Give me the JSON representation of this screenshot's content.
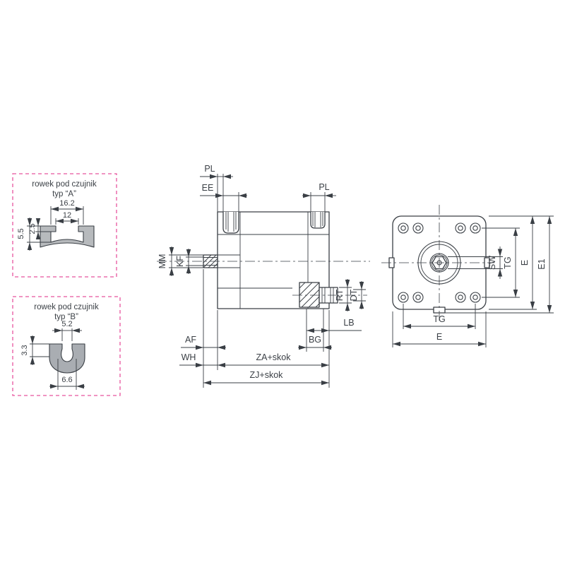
{
  "drawing": {
    "background": "#ffffff",
    "line_color": "#3a3f45",
    "accent_color": "#e8559e"
  },
  "inset_a": {
    "title_line1": "rowek pod czujnik",
    "title_line2": "typ “A”",
    "dim_outer_width": "16.2",
    "dim_inner_width": "12",
    "dim_total_depth": "5.5",
    "dim_lip_depth": "2.5"
  },
  "inset_b": {
    "title_line1": "rowek pod czujnik",
    "title_line2": "typ “B”",
    "dim_slot_width": "5.2",
    "dim_slot_depth": "3.3",
    "dim_cavity_width": "6.6"
  },
  "side_view": {
    "dim_pl_left": "PL",
    "dim_ee": "EE",
    "dim_pl_right": "PL",
    "dim_mm": "MM",
    "dim_kf": "KF",
    "dim_rt": "RT",
    "dim_dt": "DT",
    "dim_lb": "LB",
    "dim_bg": "BG",
    "dim_af": "AF",
    "dim_wh": "WH",
    "dim_za": "ZA+skok",
    "dim_zj": "ZJ+skok"
  },
  "front_view": {
    "dim_sw": "SW",
    "dim_tg_side": "TG",
    "dim_e_side": "E",
    "dim_e1": "E1",
    "dim_tg_bottom": "TG",
    "dim_e_bottom": "E"
  }
}
